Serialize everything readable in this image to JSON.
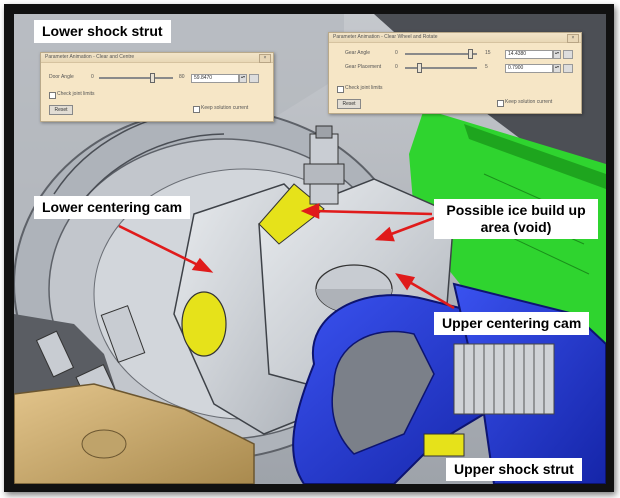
{
  "callouts": {
    "lower_shock_strut": "Lower shock strut",
    "lower_centering_cam": "Lower centering cam",
    "possible_ice": "Possible ice build up area (void)",
    "upper_centering_cam": "Upper centering cam",
    "upper_shock_strut": "Upper shock strut"
  },
  "dialog_left": {
    "title": "Parameter Animation - Clear and Centre",
    "param_label": "Door Angle",
    "min": "0",
    "max": "80",
    "value": "59.8470",
    "check1": "Check joint limits",
    "check2": "Keep solution current",
    "reset_label": "Reset",
    "slider_level": 0.72
  },
  "dialog_right": {
    "title": "Parameter Animation - Clear Wheel and Rotate",
    "param1_label": "Gear Angle",
    "param1_min": "0",
    "param1_max": "15",
    "param1_value": "14.4380",
    "param2_label": "Gear Placement",
    "param2_min": "0",
    "param2_max": "5",
    "param2_value": "0.7900",
    "check1": "Check joint limits",
    "check2": "Keep solution current",
    "reset_label": "Reset",
    "slider1_level": 0.9,
    "slider2_level": 0.2
  },
  "colors": {
    "callout_arrow": "#e01b1b",
    "cam_body": "#d9dde2",
    "void_highlight": "#e6e21a",
    "strut_blue": "#1f35d8",
    "bracket_green": "#2fd42f",
    "strut_tan": "#cfae72",
    "dialog_bg": "#f6e6c6"
  }
}
